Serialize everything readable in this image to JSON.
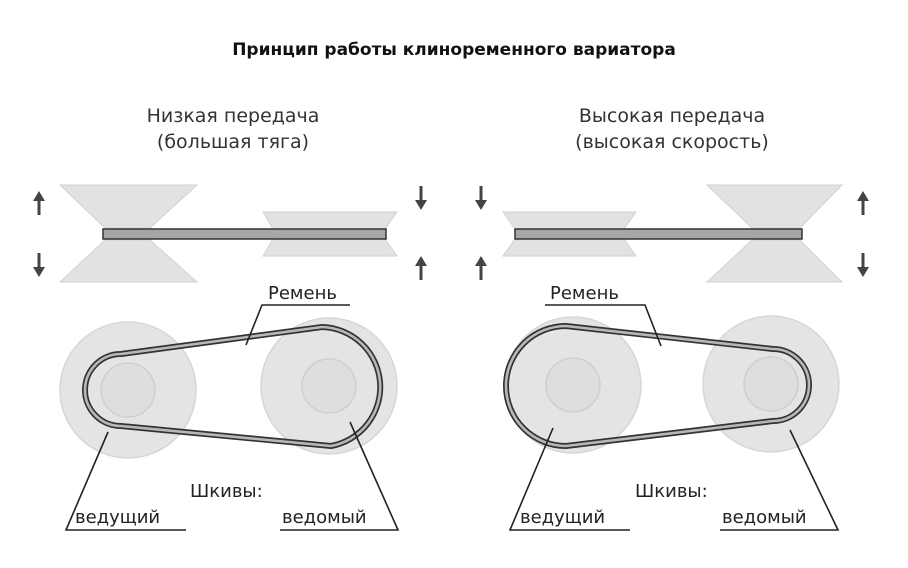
{
  "title": "Принцип работы клиноременного вариатора",
  "low_gear": {
    "heading_line1": "Низкая передача",
    "heading_line2": "(большая тяга)",
    "belt_label": "Ремень",
    "pulleys_label": "Шкивы:",
    "driver_label": "ведущий",
    "driven_label": "ведомый"
  },
  "high_gear": {
    "heading_line1": "Высокая передача",
    "heading_line2": "(высокая скорость)",
    "belt_label": "Ремень",
    "pulleys_label": "Шкивы:",
    "driver_label": "ведущий",
    "driven_label": "ведомый"
  },
  "colors": {
    "belt": "#333333",
    "pulley_fill": "#e2e2e2",
    "arrow": "#444444"
  },
  "icons": [
    "arrow-up-icon",
    "arrow-down-icon"
  ]
}
